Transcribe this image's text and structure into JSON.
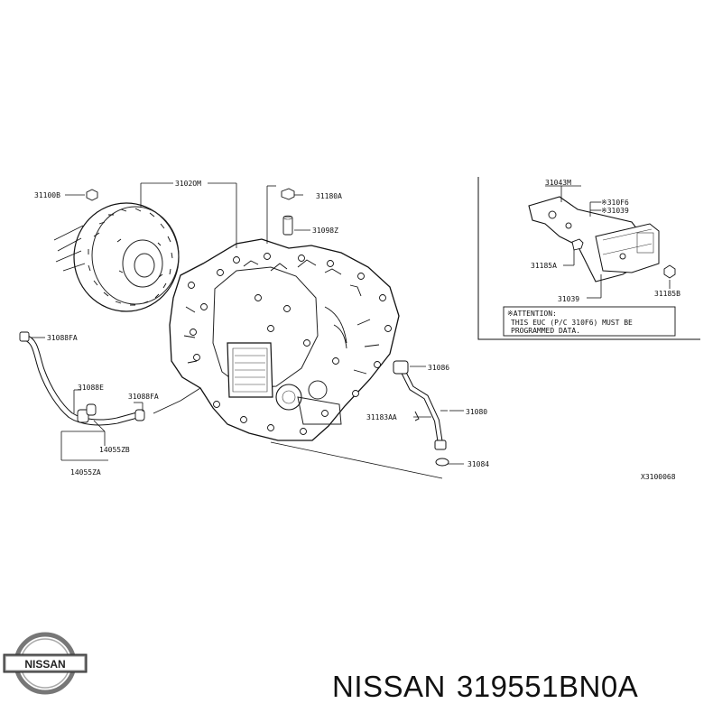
{
  "diagram": {
    "labels": {
      "p31100B": "31100B",
      "p3102OM": "3102OM",
      "p31180A": "31180A",
      "p31098Z": "31098Z",
      "p31088FA_top": "31088FA",
      "p31088E": "31088E",
      "p31088FA": "31088FA",
      "p14055ZB": "14055ZB",
      "p14055ZA": "14055ZA",
      "p31086": "31086",
      "p31183AA": "31183AA",
      "p31080": "31080",
      "p31084": "31084",
      "p31043M": "31043M",
      "p310F6": "※310F6",
      "p31039_star": "※31039",
      "p31185A": "31185A",
      "p31185B": "31185B",
      "p31039": "31039",
      "diagram_code": "X3100068"
    },
    "attention": {
      "line1": "※ATTENTION:",
      "line2": "THIS EUC  (P/C 310F6) MUST BE",
      "line3": "PROGRAMMED DATA."
    }
  },
  "footer": {
    "brand": "NISSAN",
    "logo_text": "NISSAN",
    "part_number": "319551BN0A"
  }
}
